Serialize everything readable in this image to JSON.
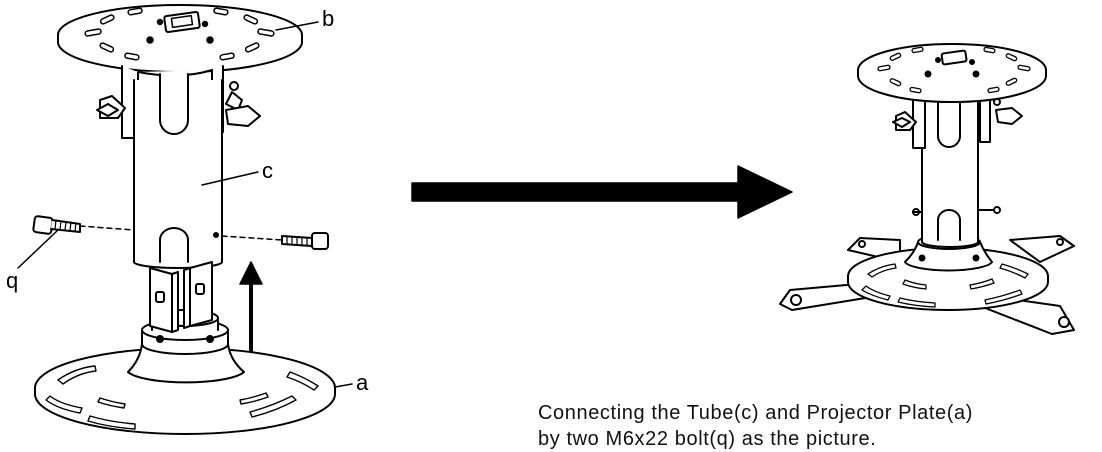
{
  "labels": {
    "b": "b",
    "c": "c",
    "q": "q",
    "a": "a"
  },
  "caption": {
    "line1": "Connecting the Tube(c) and Projector Plate(a)",
    "line2": "by two M6x22 bolt(q) as the picture."
  }
}
